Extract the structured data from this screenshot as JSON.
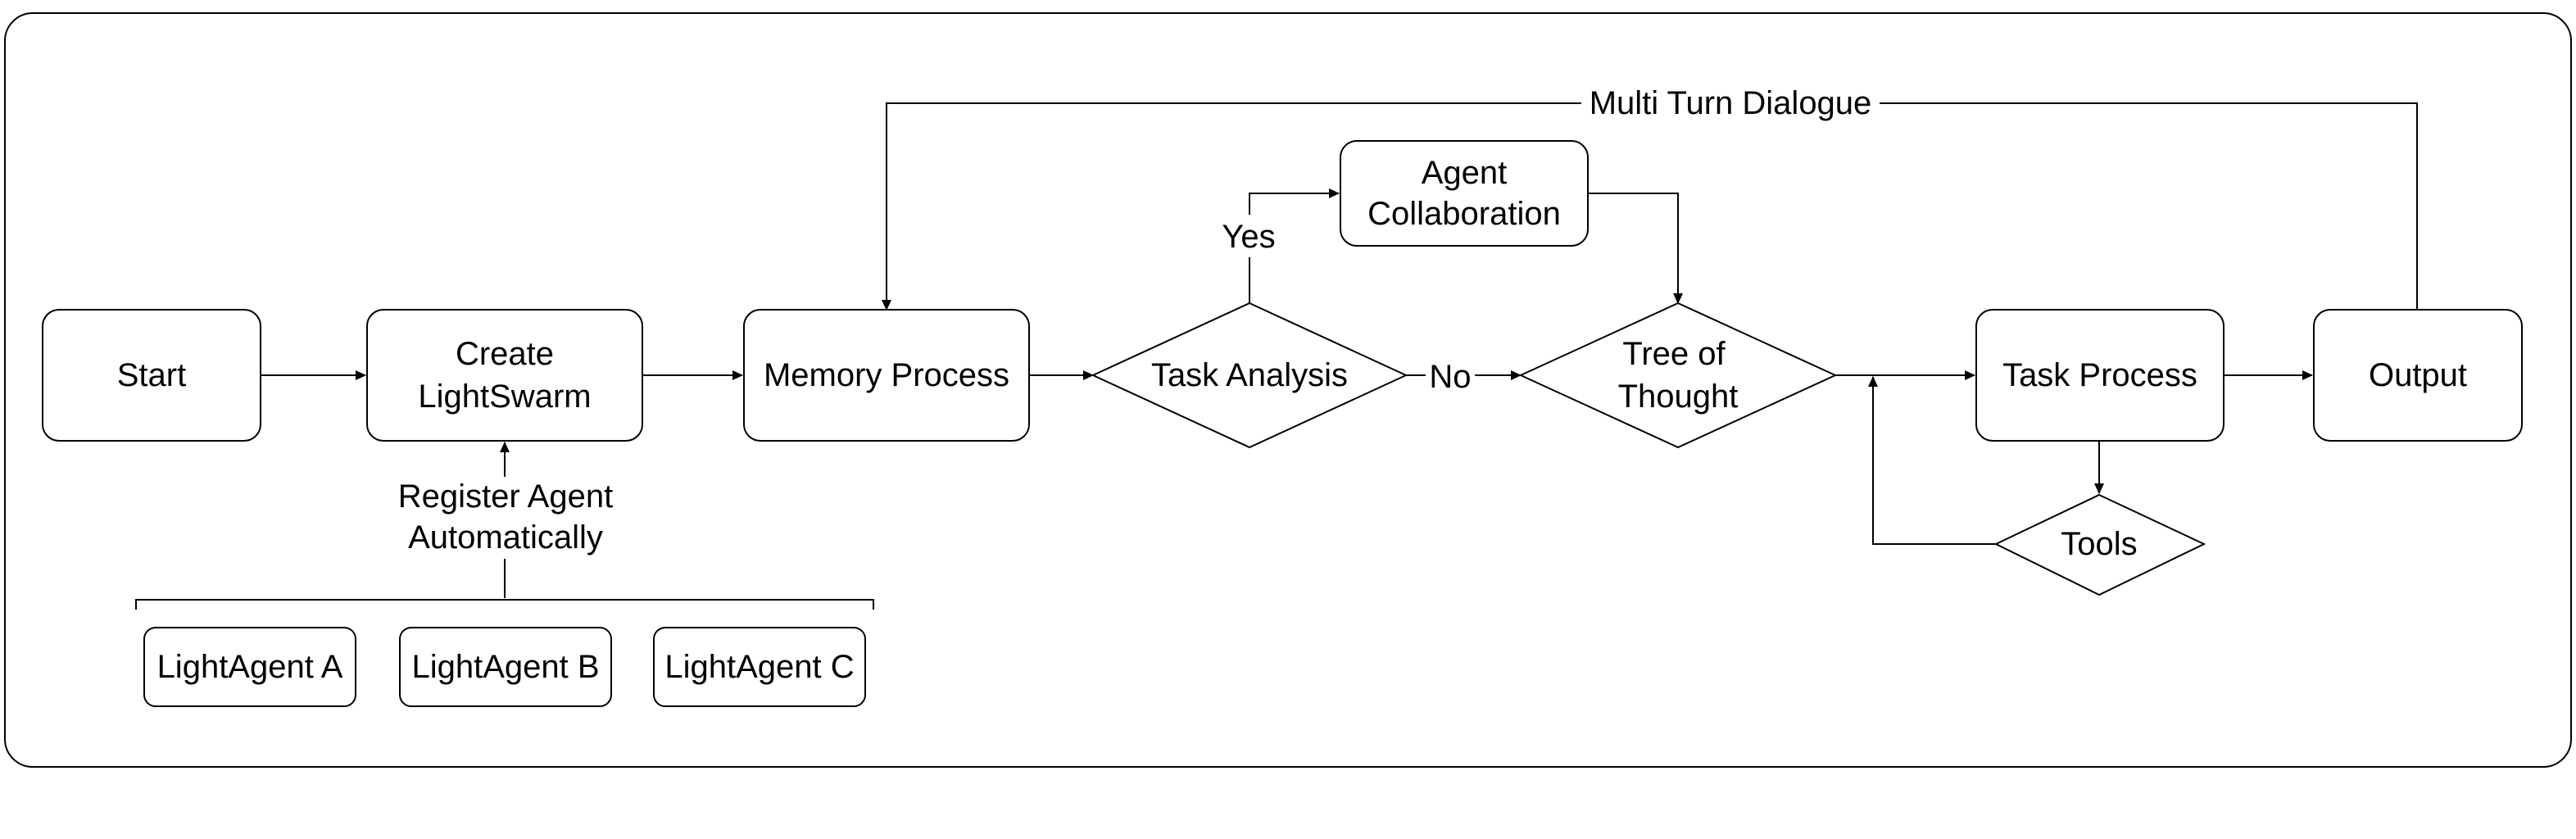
{
  "nodes": {
    "start": "Start",
    "create_lightswarm": [
      "Create",
      "LightSwarm"
    ],
    "memory_process": "Memory Process",
    "task_analysis": "Task Analysis",
    "agent_collaboration": [
      "Agent",
      "Collaboration"
    ],
    "tree_of_thought": [
      "Tree of",
      "Thought"
    ],
    "task_process": "Task Process",
    "output": "Output",
    "tools": "Tools",
    "lightagent_a": "LightAgent A",
    "lightagent_b": "LightAgent B",
    "lightagent_c": "LightAgent C"
  },
  "edges": {
    "register_agent": [
      "Register Agent",
      "Automatically"
    ],
    "yes": "Yes",
    "no": "No",
    "multi_turn": "Multi Turn Dialogue"
  },
  "colors": {
    "stroke": "#000000",
    "fill": "#ffffff"
  }
}
